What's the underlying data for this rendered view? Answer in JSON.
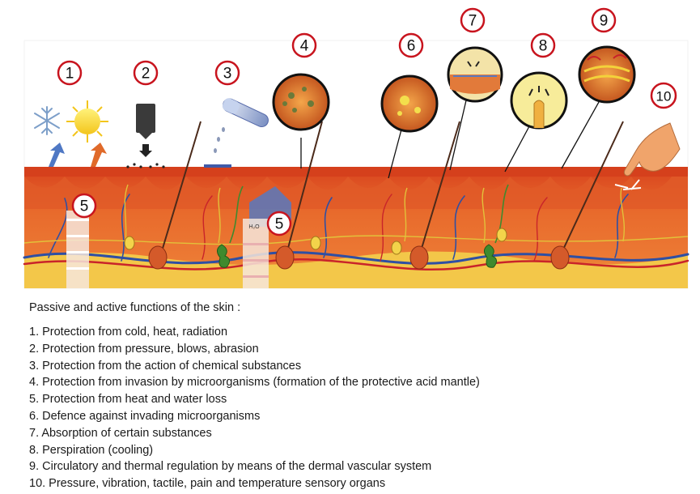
{
  "markers": [
    "1",
    "2",
    "3",
    "4",
    "6",
    "7",
    "8",
    "9",
    "10",
    "5",
    "5"
  ],
  "inline_labels": {
    "water": "H₂O"
  },
  "caption": "Passive and active functions of the skin :",
  "functions": [
    "1. Protection from cold, heat, radiation",
    "2. Protection from pressure, blows, abrasion",
    "3. Protection from the action of chemical substances",
    "4. Protection from invasion by microorganisms (formation of the protective acid mantle)",
    "5. Protection from heat and water loss",
    "6. Defence against invading microorganisms",
    "7. Absorption of certain substances",
    "8. Perspiration (cooling)",
    "9. Circulatory and thermal regulation by means of the dermal vascular system",
    "10. Pressure, vibration, tactile, pain and temperature sensory organs"
  ],
  "colors": {
    "marker_ring": "#c8141e",
    "epidermis": "#e0572a",
    "dermis": "#e9672e",
    "fat": "#f1c44d",
    "vein": "#2f4fa3",
    "nerve": "#e2c13a",
    "gland": "#3f8a2e",
    "sky": "#ffffff"
  },
  "icons": [
    "snowflake-icon",
    "sun-icon",
    "pressure-weight-icon",
    "test-tube-icon",
    "pointing-finger-icon"
  ]
}
